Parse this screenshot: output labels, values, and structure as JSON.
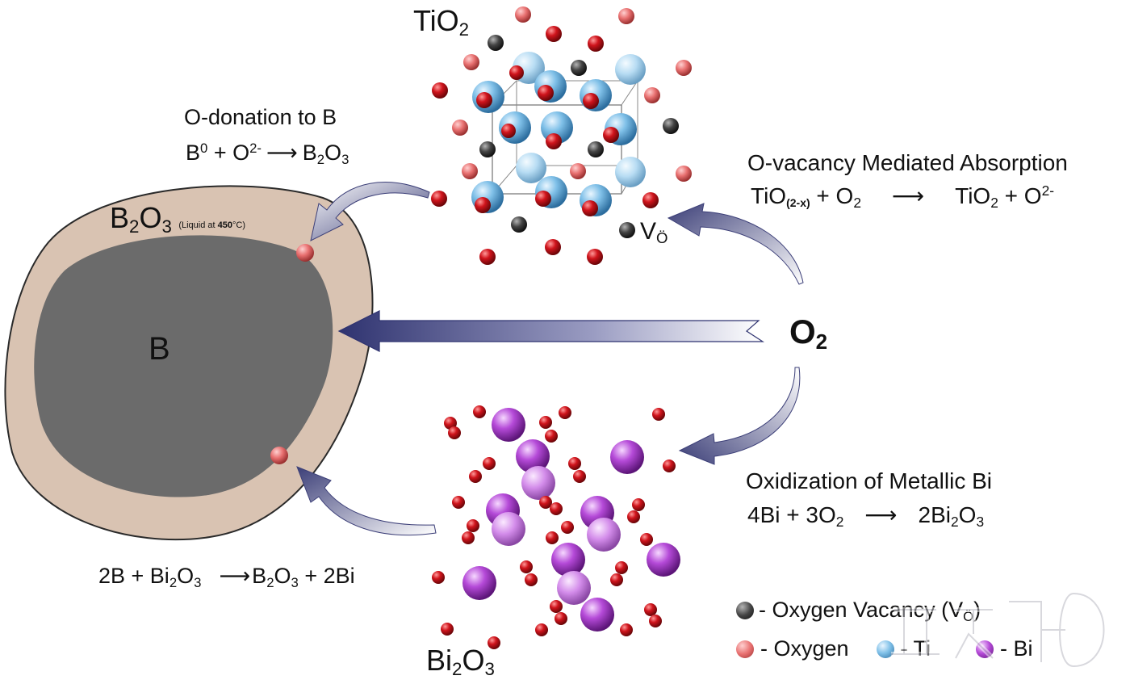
{
  "colors": {
    "oxygen": "#d0141c",
    "oxygen_light": "#e87070",
    "vacancy": "#3a3a3a",
    "titanium": "#5aa9d8",
    "bismuth": "#a33bc9",
    "shell": "#d9c3b2",
    "core": "#6b6b6b",
    "arrow": "#3c3f78"
  },
  "labels": {
    "tio2": {
      "base": "TiO",
      "sub": "2"
    },
    "bi2o3": {
      "b1": "Bi",
      "s1": "2",
      "b2": "O",
      "s2": "3"
    },
    "o2_center": {
      "base": "O",
      "sub": "2"
    },
    "core_label": "B",
    "shell_label": {
      "b1": "B",
      "s1": "2",
      "b2": "O",
      "s2": "3",
      "note_pre": "(Liquid at ",
      "note_temp": "450",
      "note_post": "°C)"
    },
    "vacancy_label": {
      "base": "V",
      "sub": "Ö"
    }
  },
  "annotations": {
    "o_donation": {
      "title": "O-donation to B",
      "eq": {
        "a": "B",
        "a_sup": "0",
        "plus": " + O",
        "b_sup": "2-",
        "arrow": "⟶",
        "c1": "B",
        "c_s1": "2",
        "c2": "O",
        "c_s2": "3"
      }
    },
    "vacancy_absorption": {
      "title": "O-vacancy Mediated Absorption",
      "eq": {
        "a": "TiO",
        "a_sub": "(2-x)",
        "plus": " + O",
        "b_sub": "2",
        "arrow": "⟶",
        "c": "TiO",
        "c_sub": "2",
        "d": " + O",
        "d_sup": "2-"
      }
    },
    "bi_oxidization": {
      "title": "Oxidization of Metallic Bi",
      "eq": {
        "a": "4Bi + 3O",
        "a_sub": "2",
        "arrow": "⟶",
        "c1": "2Bi",
        "c_s1": "2",
        "c2": "O",
        "c_s2": "3"
      }
    },
    "b_reduction": {
      "eq": {
        "a": "2B + Bi",
        "a_sub": "2",
        "a2": "O",
        "a2_sub": "3",
        "arrow": "⟶",
        "c1": "B",
        "c_s1": "2",
        "c2": "O",
        "c_s2": "3",
        "d": " + 2Bi"
      }
    }
  },
  "legend": {
    "vacancy": {
      "text": "- Oxygen Vacancy (V",
      "sub": "Ö",
      "close": ")"
    },
    "oxygen": "- Oxygen",
    "ti": "- Ti",
    "bi": "- Bi"
  }
}
